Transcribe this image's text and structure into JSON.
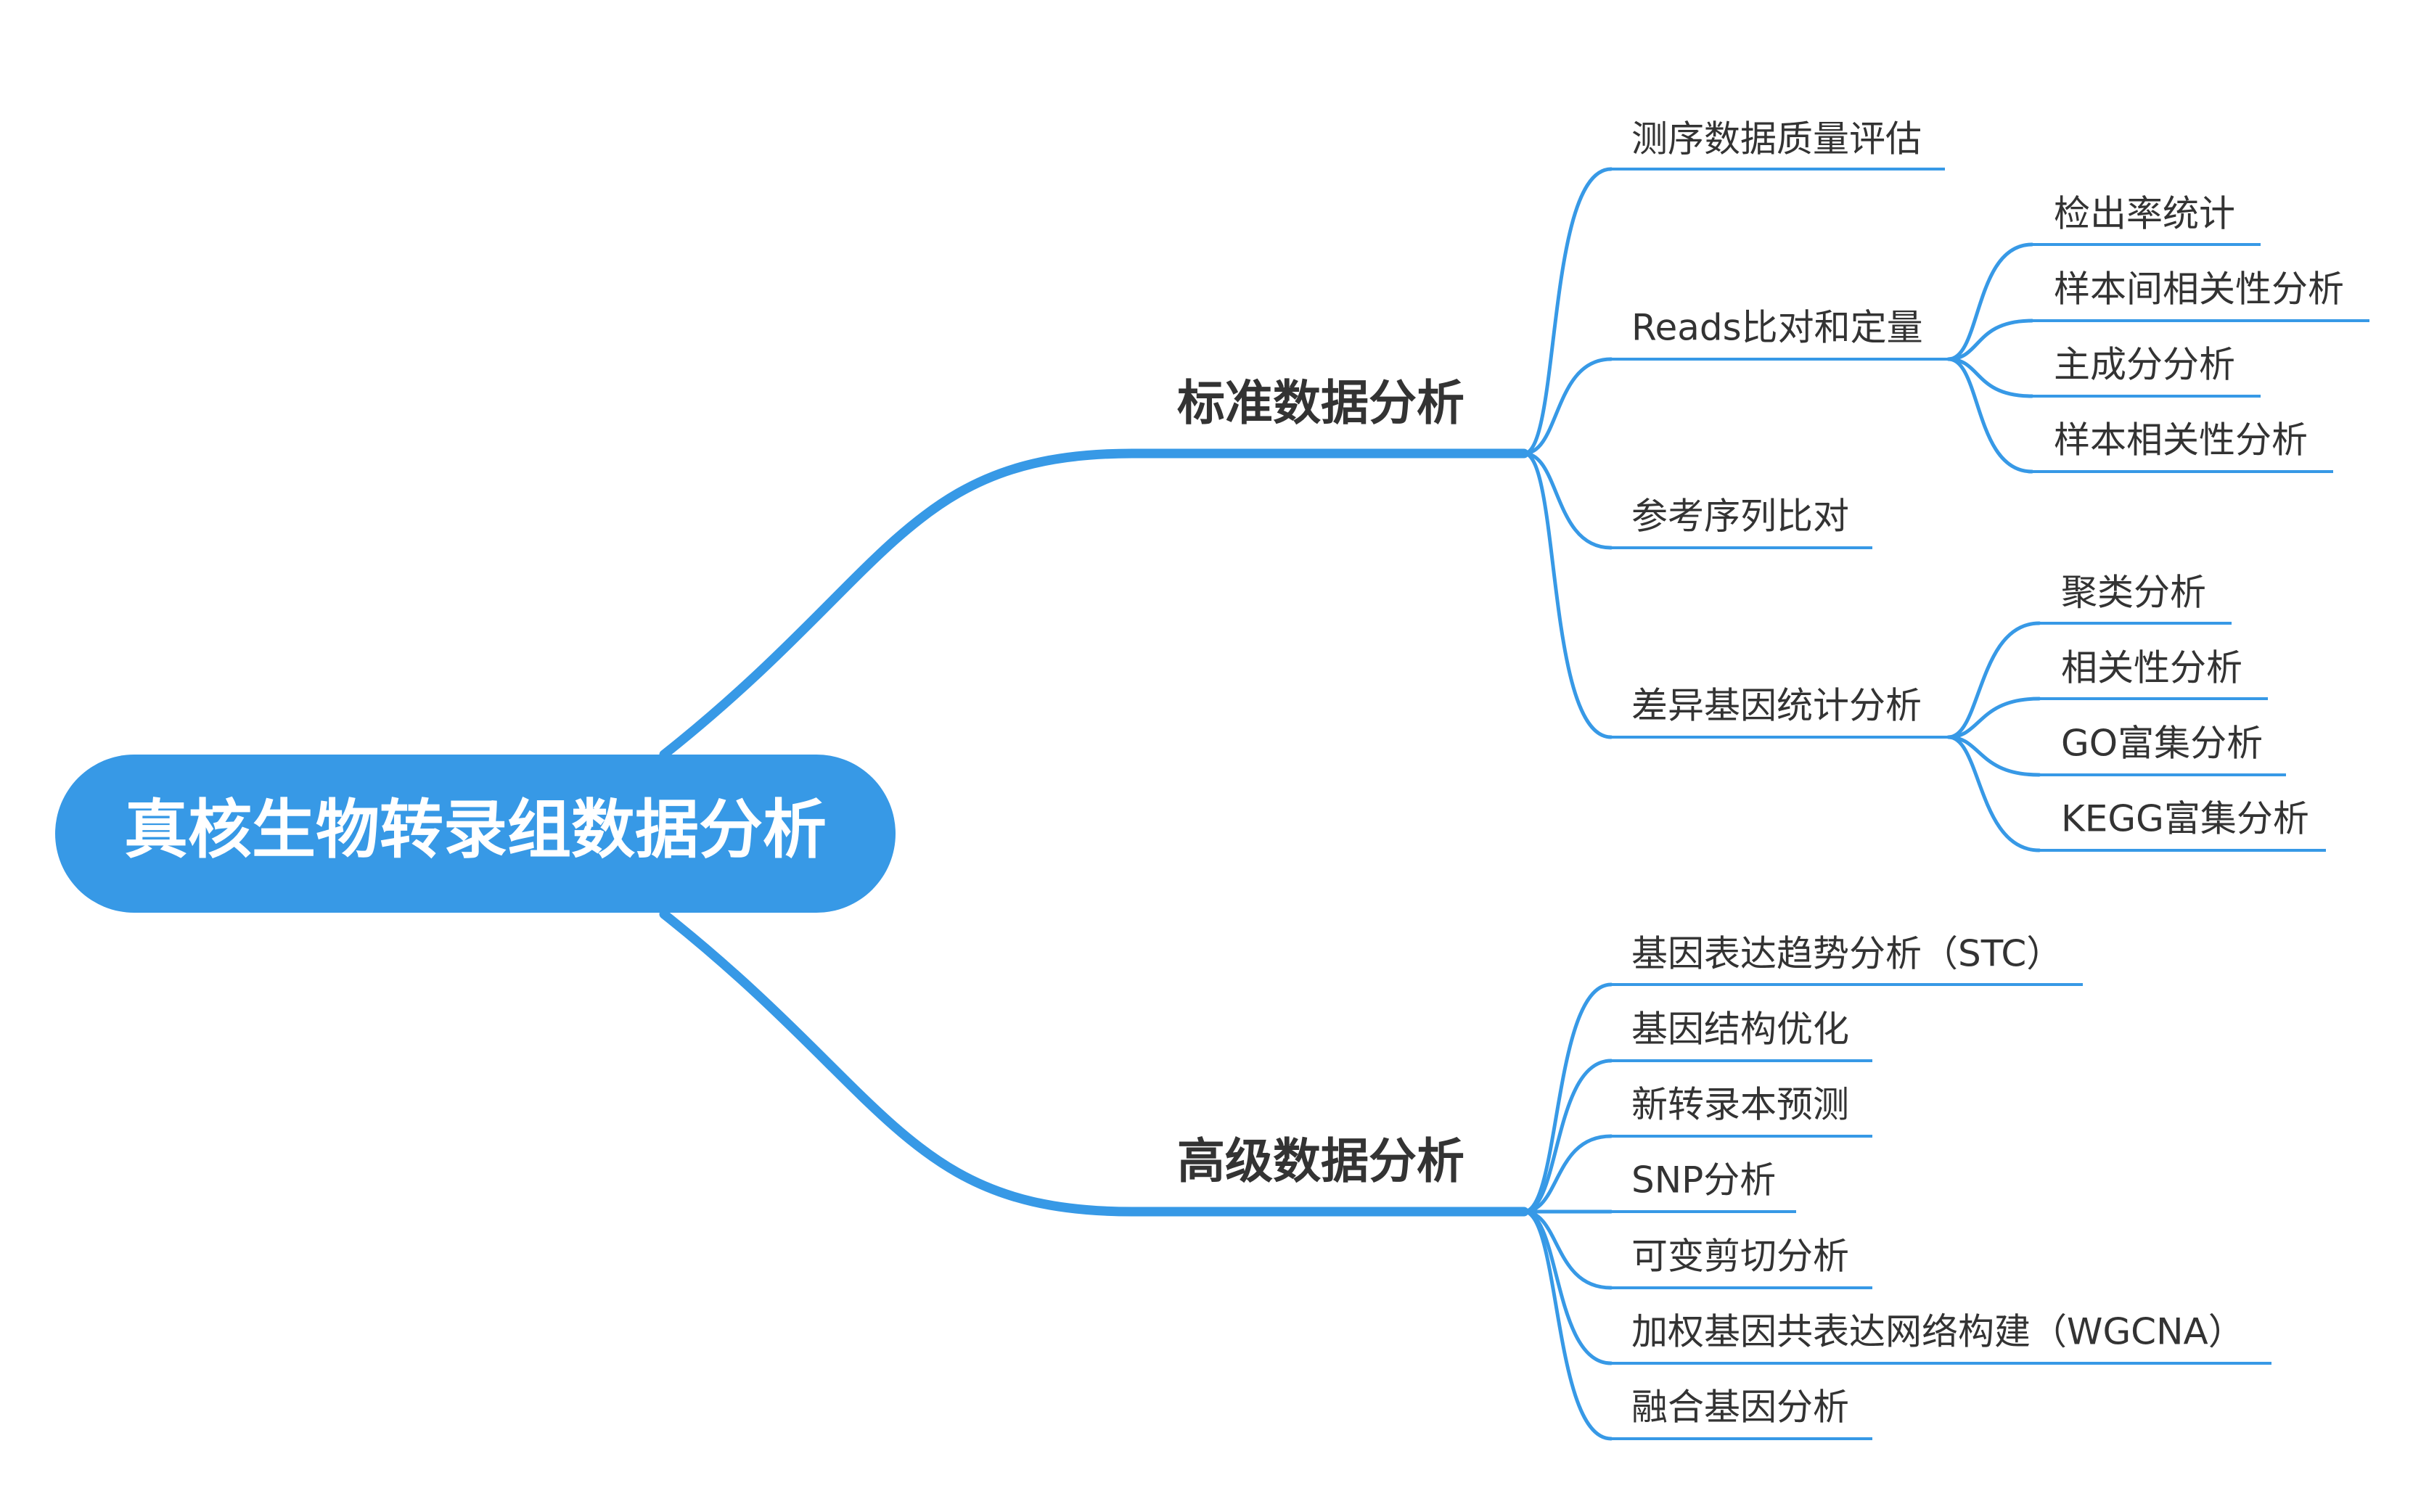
{
  "colors": {
    "accent": "#3799e6",
    "text": "#333333",
    "root_text": "#ffffff",
    "background": "#ffffff"
  },
  "root": {
    "label": "真核生物转录组数据分析"
  },
  "branches": [
    {
      "label": "标准数据分析",
      "children": [
        {
          "label": "测序数据质量评估"
        },
        {
          "label": "Reads比对和定量",
          "children": [
            {
              "label": "检出率统计"
            },
            {
              "label": "样本间相关性分析"
            },
            {
              "label": "主成分分析"
            },
            {
              "label": "样本相关性分析"
            }
          ]
        },
        {
          "label": "参考序列比对"
        },
        {
          "label": "差异基因统计分析",
          "children": [
            {
              "label": "聚类分析"
            },
            {
              "label": "相关性分析"
            },
            {
              "label": "GO富集分析"
            },
            {
              "label": "KEGG富集分析"
            }
          ]
        }
      ]
    },
    {
      "label": "高级数据分析",
      "children": [
        {
          "label": "基因表达趋势分析（STC）"
        },
        {
          "label": "基因结构优化"
        },
        {
          "label": "新转录本预测"
        },
        {
          "label": "SNP分析"
        },
        {
          "label": "可变剪切分析"
        },
        {
          "label": "加权基因共表达网络构建（WGCNA）"
        },
        {
          "label": "融合基因分析"
        }
      ]
    }
  ]
}
